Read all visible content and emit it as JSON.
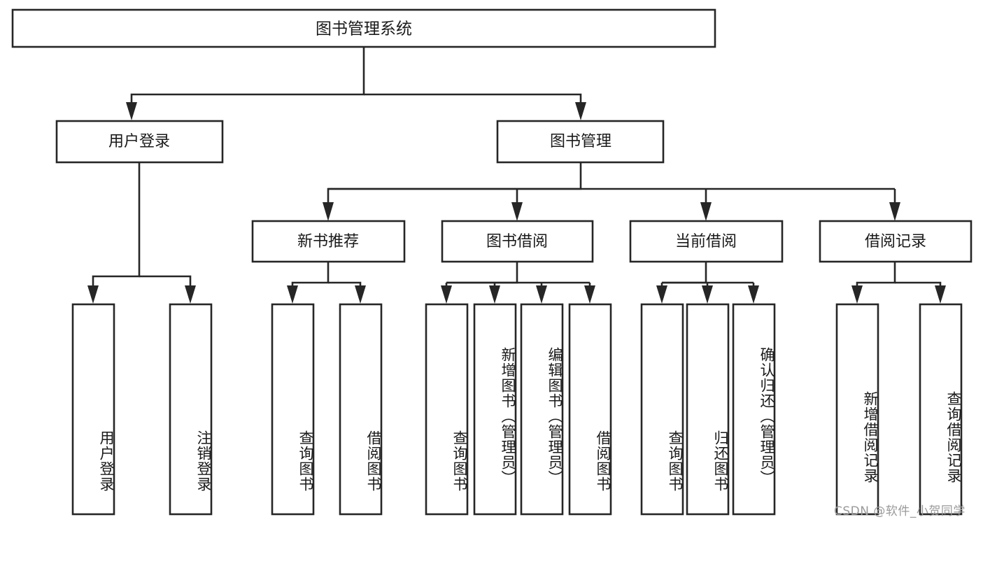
{
  "diagram": {
    "type": "tree-hierarchy-chart",
    "title": "图书管理系统",
    "background_color": "#ffffff",
    "line_color": "#262626",
    "text_color": "#1a1a1a",
    "root": {
      "label": "图书管理系统"
    },
    "level2": [
      {
        "label": "用户登录"
      },
      {
        "label": "图书管理"
      }
    ],
    "level3": [
      {
        "label": "新书推荐"
      },
      {
        "label": "图书借阅"
      },
      {
        "label": "当前借阅"
      },
      {
        "label": "借阅记录"
      }
    ],
    "leaves": {
      "user_login": [
        {
          "label": "用户登录"
        },
        {
          "label": "注销登录"
        }
      ],
      "new_book_recommend": [
        {
          "label": "查询图书"
        },
        {
          "label": "借阅图书"
        }
      ],
      "book_borrow": [
        {
          "label": "查询图书"
        },
        {
          "label": "新增图书（管理员）"
        },
        {
          "label": "编辑图书（管理员）"
        },
        {
          "label": "借阅图书"
        }
      ],
      "current_borrow": [
        {
          "label": "查询图书"
        },
        {
          "label": "归还图书"
        },
        {
          "label": "确认归还（管理员）"
        }
      ],
      "borrow_record": [
        {
          "label": "新增借阅记录"
        },
        {
          "label": "查询借阅记录"
        }
      ]
    }
  },
  "watermark": {
    "text": "CSDN @软件_小贺同学"
  }
}
